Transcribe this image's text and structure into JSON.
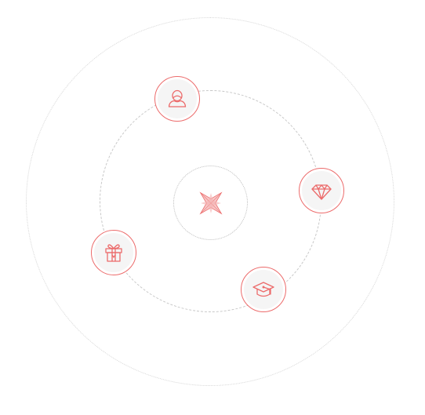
{
  "diagram": {
    "accent_color": "#ec6b6b",
    "center": {
      "icon": "sparkle-star-icon"
    },
    "nodes": [
      {
        "key": "user",
        "icon": "user-icon"
      },
      {
        "key": "diamond",
        "icon": "diamond-gem-icon"
      },
      {
        "key": "gift",
        "icon": "gift-box-icon"
      },
      {
        "key": "graduation",
        "icon": "graduation-cap-icon"
      }
    ]
  }
}
